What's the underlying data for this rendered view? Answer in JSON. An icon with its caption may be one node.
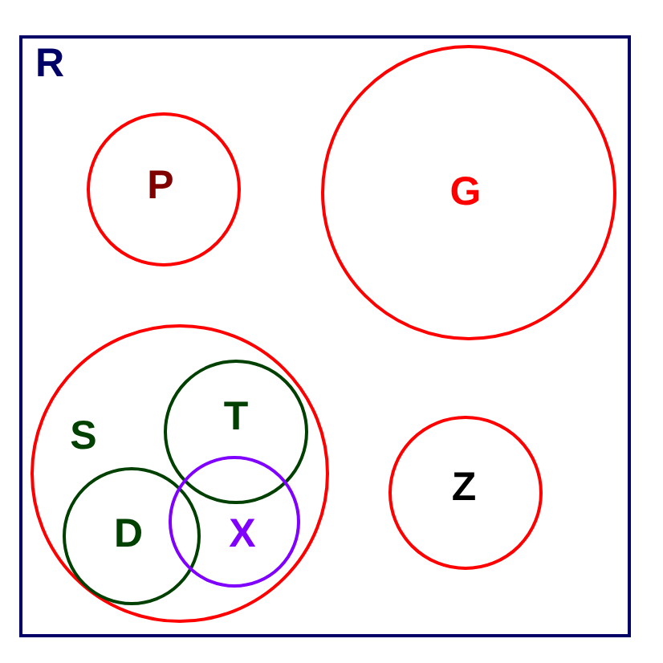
{
  "diagram": {
    "nodes": [
      {
        "text": [
          "R"
        ]
      },
      {
        "text": [
          "P"
        ],
        "in": 0
      },
      {
        "text": [
          "G"
        ],
        "in": 0
      },
      {
        "text": [
          "S"
        ],
        "in": 0
      },
      {
        "text": [
          "T"
        ],
        "in": 3
      },
      {
        "text": [
          "D"
        ],
        "in": 3
      },
      {
        "text": [
          "X"
        ],
        "in": 3
      },
      {
        "text": [
          "Z"
        ],
        "in": 0
      }
    ]
  }
}
